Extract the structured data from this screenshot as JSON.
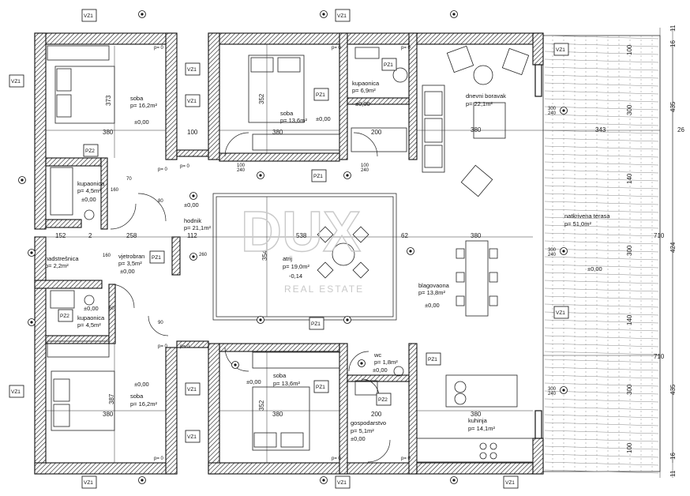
{
  "rooms": {
    "soba_nw": {
      "name": "soba",
      "area": "p= 16,2m²",
      "level": "±0,00"
    },
    "soba_n": {
      "name": "soba",
      "area": "p= 13,6m²",
      "level": "±0,00"
    },
    "kupaonica_n": {
      "name": "kupaonica",
      "area": "p= 6,9m²",
      "level": "±0,00"
    },
    "dnevni": {
      "name": "dnevni boravak",
      "area": "p= 22,1m²"
    },
    "kupaonica_w1": {
      "name": "kupaonica",
      "area": "p= 4,5m²",
      "level": "±0,00"
    },
    "hodnik": {
      "name": "hodnik",
      "area": "p= 21,1m²",
      "level": "±0,00"
    },
    "nadstresnica": {
      "name": "nadstrešnica",
      "area": "p= 2,2m²"
    },
    "vjetrobran": {
      "name": "vjetrobran",
      "area": "p= 3,5m²",
      "level": "±0,00"
    },
    "atrij": {
      "name": "atrij",
      "area": "p= 19,0m²",
      "level": "-0,14"
    },
    "terasa": {
      "name": "natkrivena terasa",
      "area": "p= 51,0m²",
      "level": "±0,00"
    },
    "blagovaona": {
      "name": "blagovaona",
      "area": "p= 13,8m²",
      "level": "±0,00"
    },
    "kupaonica_w2": {
      "name": "kupaonica",
      "area": "p= 4,5m²",
      "level": "±0,00"
    },
    "wc": {
      "name": "wc",
      "area": "p= 1,8m²",
      "level": "±0,00"
    },
    "soba_s": {
      "name": "soba",
      "area": "p= 13,6m²",
      "level": "±0,00"
    },
    "soba_sw": {
      "name": "soba",
      "area": "p= 16,2m²",
      "level": "±0,00"
    },
    "gospodarstvo": {
      "name": "gospodarstvo",
      "area": "p= 5,1m²",
      "level": "±0,00"
    },
    "kuhinja": {
      "name": "kuhinja",
      "area": "p= 14,1m²"
    }
  },
  "dimensions": {
    "d380": "380",
    "d100": "100",
    "d200": "200",
    "d343": "343",
    "d26": "26",
    "d152": "152",
    "d2": "2",
    "d258": "258",
    "d112": "112",
    "d538": "538",
    "d62": "62",
    "d710": "710",
    "d373": "373",
    "d352": "352",
    "d387": "387",
    "d354": "354",
    "d435": "435",
    "d424": "424",
    "d300": "300",
    "d140": "140",
    "d16": "16",
    "d11": "11"
  },
  "tags": {
    "vz1": "VZ1",
    "pz1": "PZ1",
    "pz2": "PZ2"
  },
  "small_labels": {
    "p0": "p= 0",
    "h240": "240",
    "h260": "260",
    "w160": "160",
    "w70": "70",
    "w80": "80",
    "w60": "60",
    "w90": "90",
    "h100": "100",
    "w300": "300"
  },
  "watermark": {
    "logo": "DUX",
    "sub": "REAL ESTATE"
  }
}
